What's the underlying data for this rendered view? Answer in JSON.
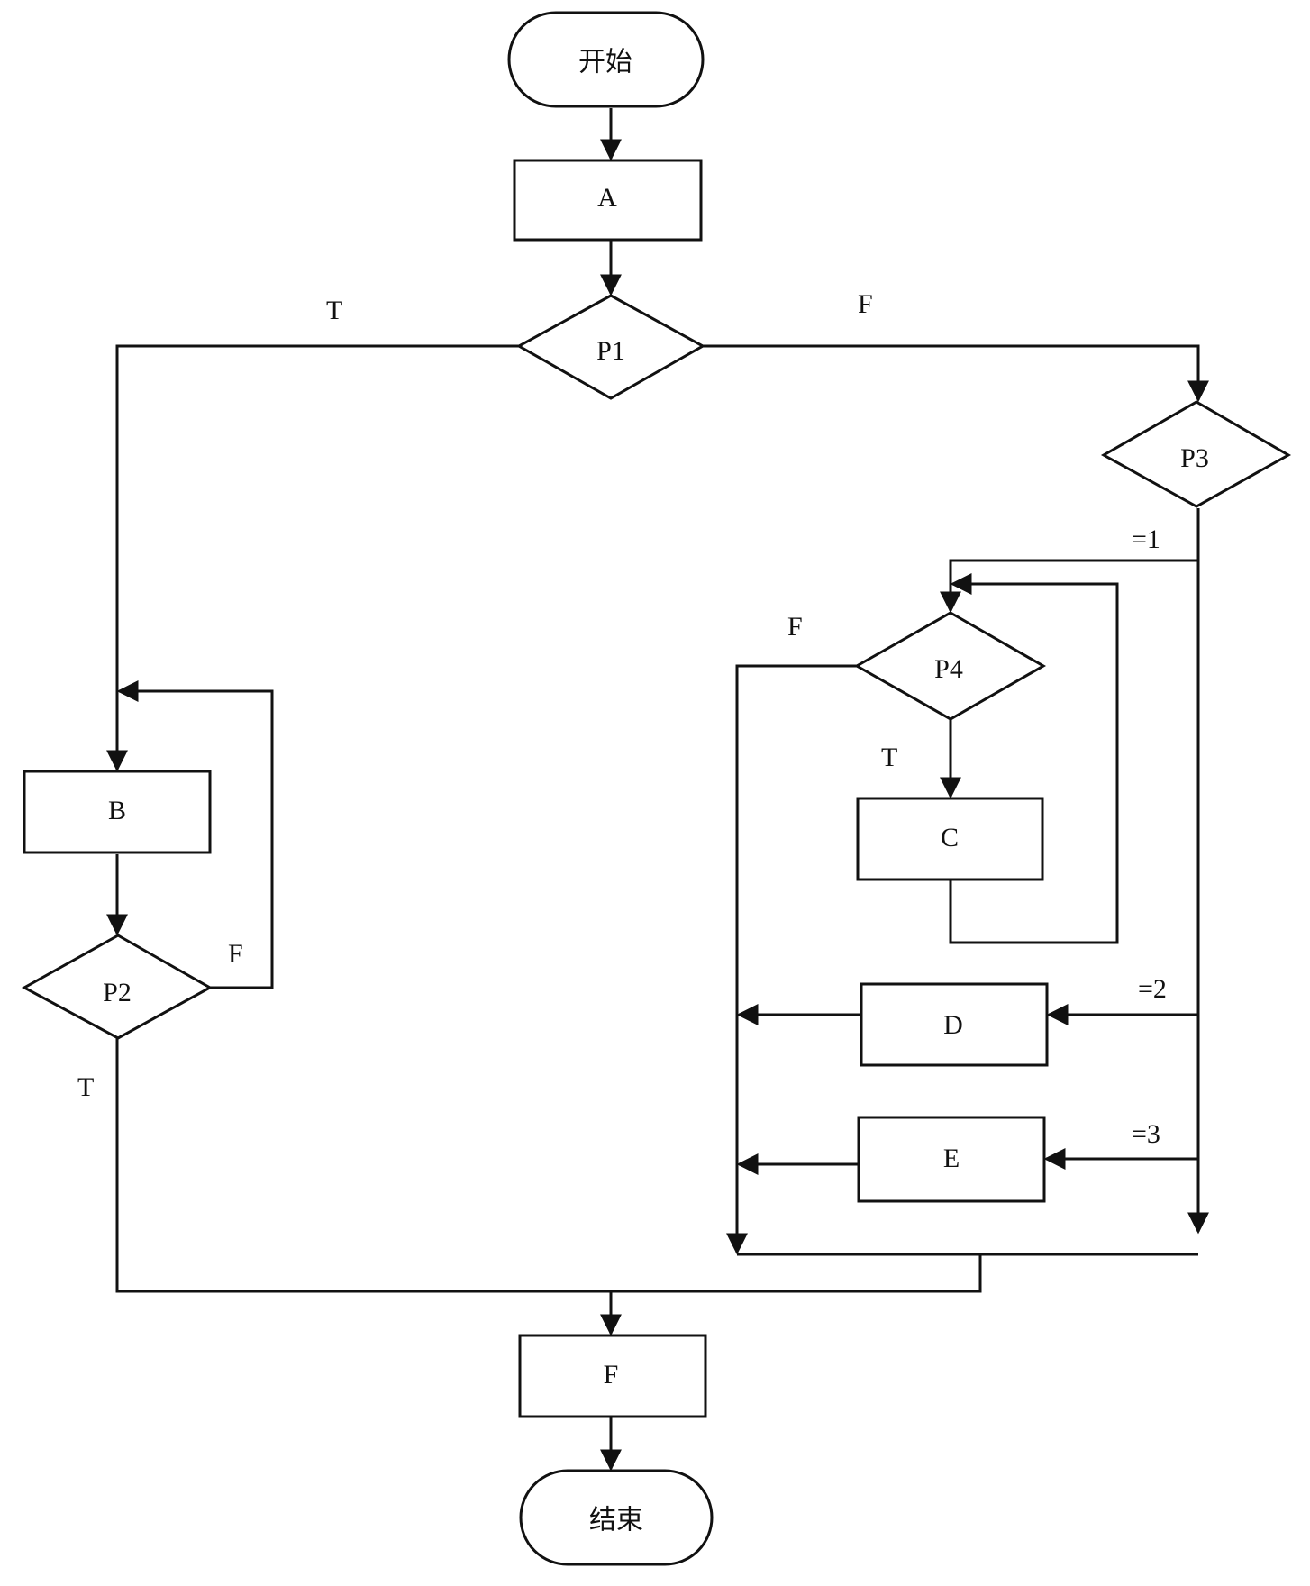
{
  "diagram": {
    "nodes": {
      "start": "开始",
      "a": "A",
      "p1": "P1",
      "p3": "P3",
      "p4": "P4",
      "b": "B",
      "c": "C",
      "p2": "P2",
      "d": "D",
      "e": "E",
      "f": "F",
      "end": "结束"
    },
    "edge_labels": {
      "p1_true": "T",
      "p1_false": "F",
      "p3_eq1": "=1",
      "p4_false": "F",
      "p4_true": "T",
      "p2_false": "F",
      "p2_true": "T",
      "p3_eq2": "=2",
      "p3_eq3": "=3"
    }
  }
}
